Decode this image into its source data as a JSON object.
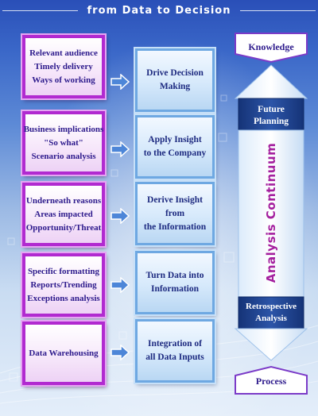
{
  "header": {
    "title": "from Data to Decision"
  },
  "rows": [
    {
      "left": [
        "Relevant audience",
        "Timely delivery",
        "Ways of working"
      ],
      "right": [
        "Drive Decision",
        "Making"
      ]
    },
    {
      "left": [
        "Business implications",
        "\"So what\"",
        "Scenario analysis"
      ],
      "right": [
        "Apply Insight",
        "to the Company"
      ]
    },
    {
      "left": [
        "Underneath reasons",
        "Areas impacted",
        "Opportunity/Threat"
      ],
      "right": [
        "Derive Insight",
        "from",
        "the Information"
      ]
    },
    {
      "left": [
        "Specific formatting",
        "Reports/Trending",
        "Exceptions analysis"
      ],
      "right": [
        "Turn Data into",
        "Information"
      ]
    },
    {
      "left": [
        "Data Warehousing"
      ],
      "right": [
        "Integration of",
        "all Data Inputs"
      ]
    }
  ],
  "continuum": {
    "top_label": "Knowledge",
    "bottom_label": "Process",
    "future_line1": "Future",
    "future_line2": "Planning",
    "retro_line1": "Retrospective",
    "retro_line2": "Analysis",
    "vertical_label": "Analysis Continuum"
  },
  "colors": {
    "left_border": "#b12ad0",
    "mid_border": "#6ea8e2",
    "continuum_band": "#1d3f86",
    "text_dark": "#2d1a8c",
    "vertical_text": "#a4209f"
  }
}
